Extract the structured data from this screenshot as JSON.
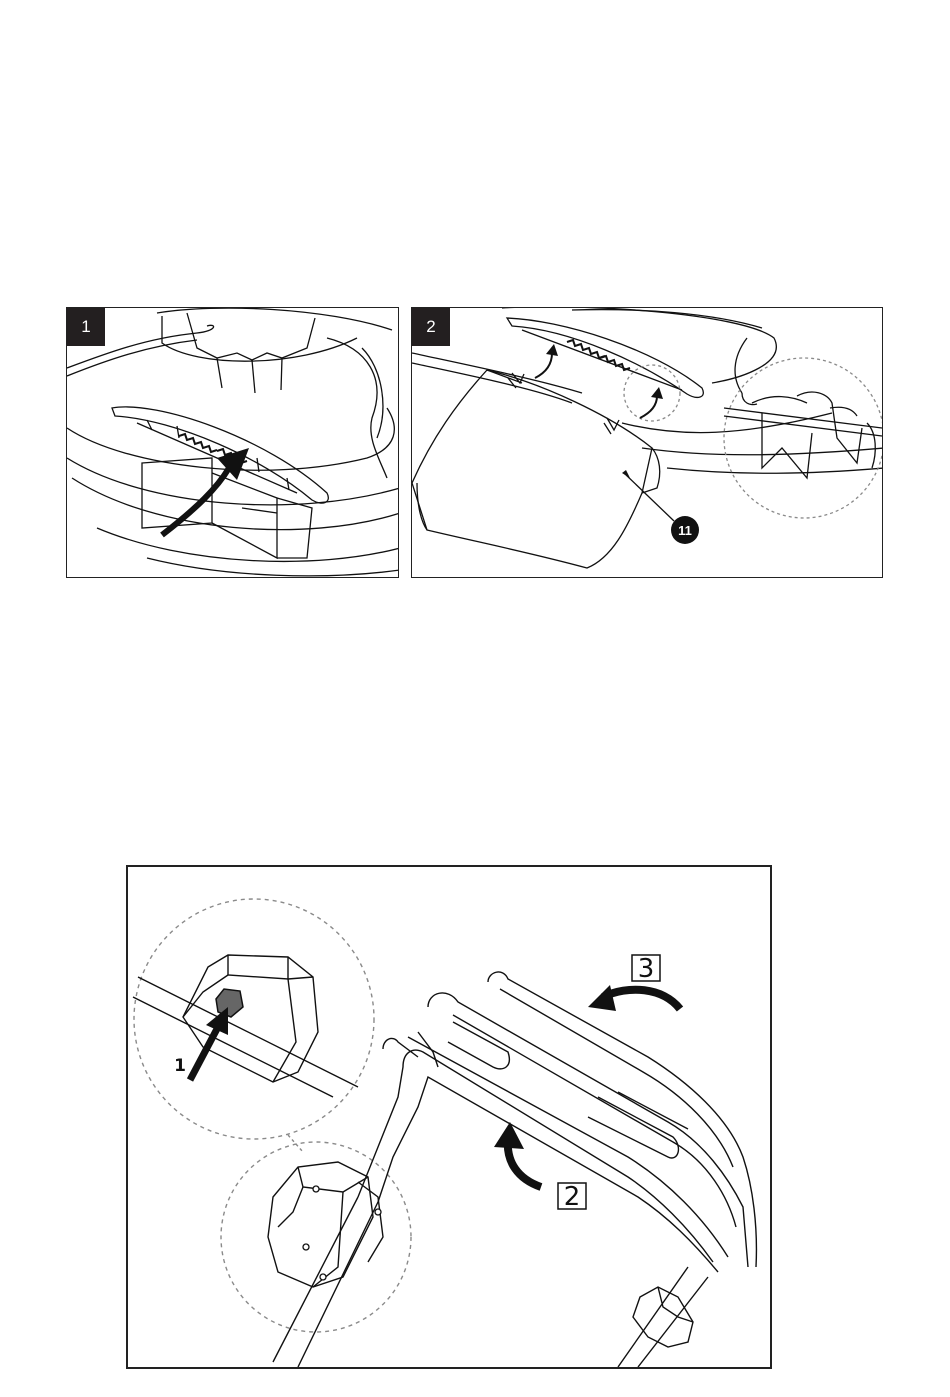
{
  "figures": {
    "step1": {
      "tag": "1"
    },
    "step2": {
      "tag": "2",
      "part_callout": "11"
    },
    "handle": {
      "box_label_3": "3",
      "box_label_2": "2",
      "detail_label_1": "1"
    }
  },
  "colors": {
    "ink": "#111111",
    "tag_bg": "#231f20",
    "dashed": "#8a8a8a"
  }
}
